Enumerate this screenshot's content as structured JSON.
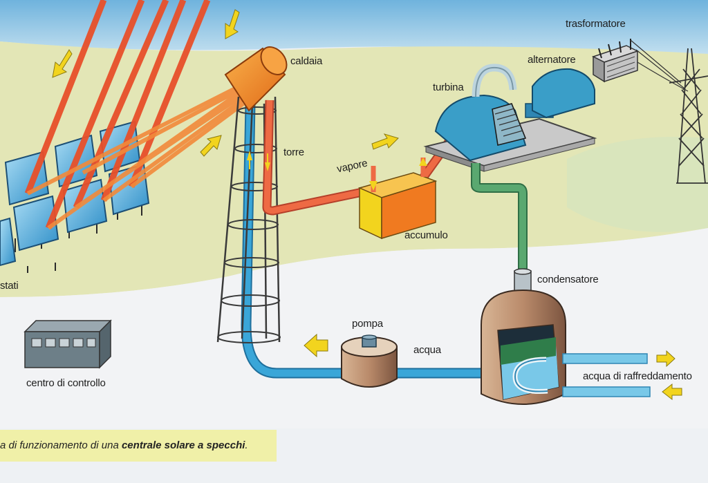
{
  "labels": {
    "caldaia": "caldaia",
    "torre": "torre",
    "vapore": "vapore",
    "accumulo": "accumulo",
    "turbina": "turbina",
    "alternatore": "alternatore",
    "trasformatore": "trasformatore",
    "condensatore": "condensatore",
    "pompa": "pompa",
    "acqua": "acqua",
    "acqua_raffreddamento": "acqua di raffreddamento",
    "centro_controllo": "centro di controllo",
    "eliostati_partial": "stati"
  },
  "caption": {
    "prefix": "a di funzionamento di una ",
    "bold": "centrale solare a specchi",
    "suffix": "."
  },
  "colors": {
    "sun_ray": "#e8502a",
    "water_pipe": "#3aa6d8",
    "steam_pipe": "#e0603a",
    "condensate_pipe": "#5aa870",
    "arrow_yellow": "#f2d41e",
    "boiler": "#f28a22",
    "storage": "#f07a20",
    "machine": "#3a9ec8"
  }
}
